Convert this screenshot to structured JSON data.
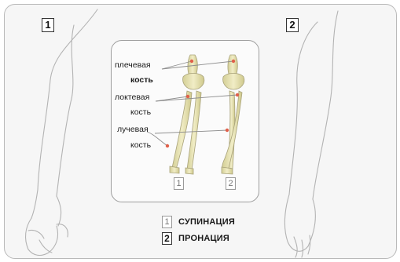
{
  "panel_numbers": {
    "left": "1",
    "right": "2"
  },
  "bone_labels": {
    "humerus_1": "плечевая",
    "humerus_2": "кость",
    "ulna_1": "локтевая",
    "ulna_2": "кость",
    "radius_1": "лучевая",
    "radius_2": "кость"
  },
  "inset_numbers": {
    "left": "1",
    "right": "2"
  },
  "legend": [
    {
      "num": "1",
      "text": "СУПИНАЦИЯ"
    },
    {
      "num": "2",
      "text": "ПРОНАЦИЯ"
    }
  ],
  "colors": {
    "marker": "#e0604a",
    "bone": "#e9e4b4",
    "outline": "#b0b0b0"
  }
}
